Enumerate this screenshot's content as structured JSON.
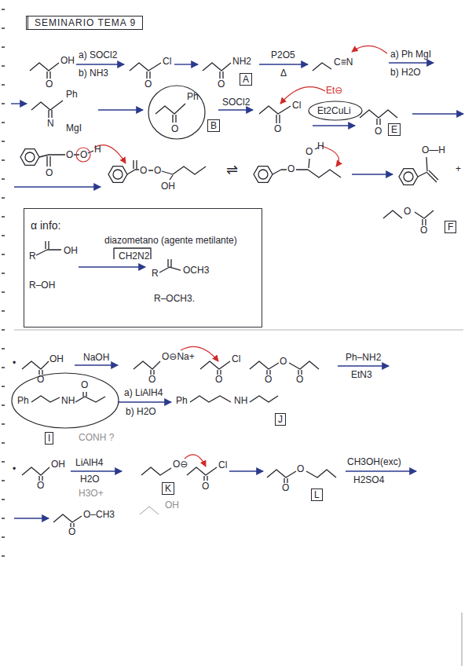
{
  "diagram": {
    "title": "SEMINARIO TEMA 9",
    "nodes": [
      {
        "text": [
          "A"
        ]
      },
      {
        "text": [
          "Ph",
          "O"
        ]
      },
      {
        "text": [
          "B"
        ]
      },
      {
        "text": [
          "Et2CuLi"
        ]
      },
      {
        "text": [
          "E"
        ]
      },
      {
        "text": [
          "F"
        ]
      },
      {
        "text": [
          "α info:",
          "diazometano (agente metilante)",
          "CH2N2",
          "R",
          "OH",
          "R–OH",
          "R",
          "OCH3",
          "R–OCH3."
        ]
      },
      {
        "text": [
          "Ph",
          "NH",
          "O"
        ]
      },
      {
        "text": [
          "I"
        ]
      },
      {
        "text": [
          "J"
        ]
      },
      {
        "text": [
          "K"
        ]
      },
      {
        "text": [
          "L"
        ]
      }
    ],
    "labels": [
      "OH",
      "O",
      "a) SOCl2",
      "b) NH3",
      "Cl",
      "O",
      "NH2",
      "O",
      "P2O5",
      "Δ",
      "C≡N",
      "a) Ph MgI",
      "b) H2O",
      "Ph",
      "N",
      "MgI",
      "SOCl2",
      "Cl",
      "O",
      "Et⊖",
      "O",
      "O",
      "O",
      "H",
      "O",
      "O",
      "O",
      "OH",
      "⇌",
      "O",
      "O",
      "H",
      "O—H",
      "+",
      "O",
      "O",
      "•",
      "OH",
      "O",
      "NaOH",
      "O⊖Na+",
      "O",
      "Cl",
      "O",
      "O",
      "O",
      "O",
      "Ph–NH2",
      "EtN3",
      "CONH ?",
      "a) LiAlH4",
      "b) H2O",
      "Ph",
      "NH",
      "•",
      "OH",
      "O",
      "LiAlH4",
      "H2O",
      "H3O+",
      "O⊖",
      "Cl",
      "O",
      "O",
      "O",
      "CH3OH(exc)",
      "H2SO4",
      "O–CH3",
      "O",
      "OH"
    ]
  }
}
